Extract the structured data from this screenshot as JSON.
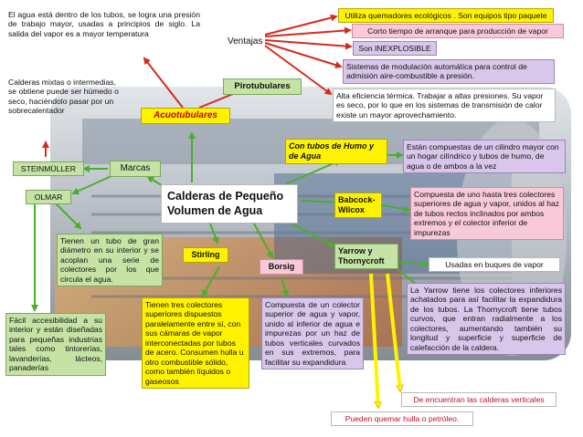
{
  "colors": {
    "arrow_red": "#d52b1e",
    "arrow_green": "#4cae2d",
    "arrow_yellow": "#fff200",
    "box_green": "#c6e3a6",
    "box_pink": "#f7c9d9",
    "box_lavender": "#d8c7ea",
    "box_yellow": "#fff200"
  },
  "central": "Calderas de Pequeño Volumen de Agua",
  "intro": "El agua está dentro de los tubos, se logra una presión de trabajo mayor, usadas a principios de siglo. La salida del vapor es a mayor temperatura",
  "ventajas": {
    "label": "Ventajas",
    "items": [
      "Utiliza  quemadores ecológicos . Son equipos tipo paquete",
      "Corto tiempo de arranque para producción de vapor",
      "Son  INEXPLOSIBLE",
      "Sistemas de modulación automática para control de admisión aire-combustible a presión.",
      "Alta eficiencia térmica. Trabajar a altas presiones. Su vapor es seco, por lo que en los sistemas de transmisión de calor existe un mayor aprovechamiento."
    ]
  },
  "pirotubulares": "Pirotubulares",
  "acuotubulares": "Acuotubulares",
  "calderas_mixtas": "Calderas mixtas o intermedias, se obtiene puede ser húmedo o seco, haciéndolo pasar por un sobrecalentador",
  "marcas": {
    "label": "Marcas",
    "steinmuller": "STEINMÜLLER",
    "olmar": "OLMAR",
    "olmar_desc": "Tienen un tubo de gran diámetro en su interior y se acoplan una serie de colectores por los que circula el agua.",
    "olmar_ventaja": "Fácil accesibilidad a su interior y están diseñadas para pequeñas industrias tales como tintorerías, lavanderías, lácteos, panaderías"
  },
  "con_tubos": {
    "label": "Con tubos de Humo y de Agua",
    "desc": "Están compuestas de un cilindro mayor con un hogar cilíndrico y tubos de humo, de agua o de ambos a la vez"
  },
  "babcock": {
    "label": "Babcock-Wilcox",
    "desc": "Compuesta de uno hasta tres colectores superiores de agua y vapor, unidos al haz de tubos rectos inclinados por ambos extremos y el colector inferior de impurezas"
  },
  "yarrow": {
    "label": "Yarrow y Thornycroft",
    "buques": "Usadas en buques de vapor",
    "desc": "La Yarrow tiene los colectores inferiores achatados para así facilitar la expandidura de los tubos. La Thornycroft tiene tubos curvos, que entran radialmente a los colectores, aumentando también su longitud y superficie y superficie de calefacción de la caldera.",
    "verticales": "De encuentran las calderas verticales",
    "quemar": "Pueden quemar hulla o petróleo."
  },
  "stirling": {
    "label": "Stirling",
    "desc": "Tienen tres colectores superiores dispuestos paralelamente entre sí, con sus cámaras de vapor interconectadas por tubos de acero. Consumen hulla u otro combustible sólido, como también líquidos o gaseosos"
  },
  "borsig": {
    "label": "Borsig",
    "desc": "Compuesta de un colector superior de agua y vapor, unido al inferior de agua e impurezas por un haz de tubos verticales curvados en sus extremos, para facilitar su expandidura"
  }
}
